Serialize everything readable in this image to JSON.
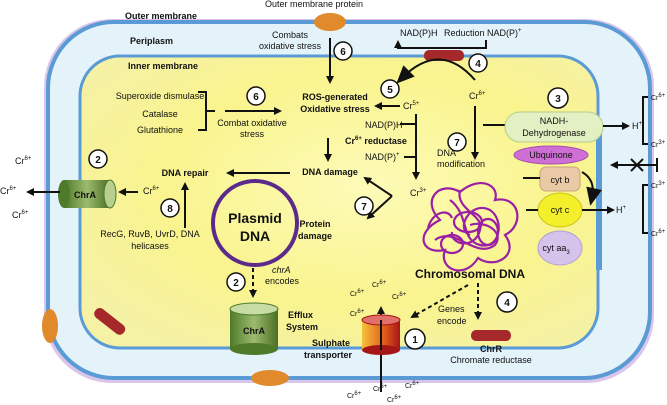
{
  "title": "Bacterial chromium (Cr6+) resistance mechanisms",
  "regions": {
    "outer_membrane": "Outer membrane",
    "outer_membrane_protein": "Outer membrane protein",
    "periplasm": "Periplasm",
    "inner_membrane": "Inner membrane"
  },
  "steps": {
    "s1": "1",
    "s2": "2",
    "s3": "3",
    "s4": "4",
    "s5": "5",
    "s6": "6",
    "s7": "7",
    "s8": "8"
  },
  "oxidative": {
    "combats_line1": "Combats",
    "combats_line2": "oxidative stress",
    "enzymes": [
      "Superoxide dismulase",
      "Catalase",
      "Glutathione"
    ],
    "combat_line1": "Combat  oxidative",
    "combat_line2": "stress",
    "ros_line1": "ROS-generated",
    "ros_line2": "Oxidative stress"
  },
  "reduction": {
    "nadph": "NAD(P)H",
    "label": "Reduction",
    "nadp": "NAD(P)",
    "nadp_sup": "+"
  },
  "chromium": {
    "cr": "Cr",
    "sup6": "6+",
    "sup5": "5+",
    "sup3": "3+"
  },
  "reductase": {
    "nadph": "NAD(P)H",
    "label_suffix": " reductase",
    "nadp": "NAD(P)",
    "nadp_sup": "+"
  },
  "damage": {
    "dna_damage": "DNA damage",
    "dna_repair": "DNA repair",
    "protein_line1": "Protein",
    "protein_line2": "damage",
    "dna_mod_line1": "DNA",
    "dna_mod_line2": "modification",
    "helicases_line1": "RecG, RuvB, UvrD, DNA",
    "helicases_line2": "helicases"
  },
  "plasmid": {
    "line1": "Plasmid",
    "line2": "DNA",
    "chra_italic": "chrA",
    "encodes": "encodes"
  },
  "chromosomal": {
    "label": "Chromosomal DNA",
    "genes_line1": "Genes",
    "genes_line2": "encode"
  },
  "transporters": {
    "chra": "ChrA",
    "efflux_line1": "Efflux",
    "efflux_line2": "System",
    "sulphate_line1": "Sulphate",
    "sulphate_line2": "transporter",
    "chrr": "ChrR",
    "chrr_full": "Chromate reductase"
  },
  "respiratory_chain": {
    "nadh_line1": "NADH-",
    "nadh_line2": "Dehydrogenase",
    "ubquinone": "Ubquinone",
    "cyt_b": "cyt b",
    "cyt_c": "cyt c",
    "cyt_aa3": "cyt aa",
    "cyt_aa3_sub": "3",
    "h_plus": "H",
    "h_sup": "+"
  },
  "colors": {
    "cytoplasm": "#fbf7a0",
    "periplasm": "#e4f3fa",
    "membrane_blue": "#5b9bd5",
    "outer_purple": "#b48fcf",
    "outer_protein": "#e08a2c",
    "reductase_red": "#a5282a",
    "chra_green": "#7a9a4a",
    "plasmid_purple": "#5b2a8a",
    "chromosome_magenta": "#9b1fa5",
    "nadh_green": "#e3f0c4",
    "ubquinone_pink": "#cf6fd6",
    "cytb_tan": "#e9c9a6",
    "cytc_yellow": "#f3ef2a",
    "cytaa3_lavender": "#d6c3ec"
  }
}
